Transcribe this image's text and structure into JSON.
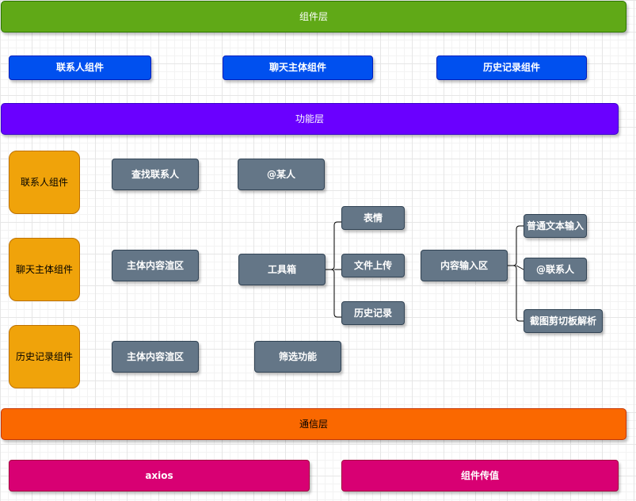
{
  "colors": {
    "component_layer": "#60a917",
    "function_layer": "#6a00ff",
    "communication_layer": "#fa6800",
    "component_blue": "#0050ef",
    "function_gray": "#647687",
    "side_orange": "#f0a30a",
    "comm_pink": "#d80073"
  },
  "layers": {
    "component": "组件层",
    "function": "功能层",
    "communication": "通信层"
  },
  "components": {
    "contacts": "联系人组件",
    "chat": "聊天主体组件",
    "history": "历史记录组件"
  },
  "side": {
    "contacts": "联系人组件",
    "chat": "聊天主体组件",
    "history": "历史记录组件"
  },
  "functions": {
    "find_contact": "查找联系人",
    "at_someone": "@某人",
    "chat_main_area": "主体内容渲区",
    "toolbox": "工具箱",
    "emoji": "表情",
    "file_upload": "文件上传",
    "history_record": "历史记录",
    "content_input": "内容输入区",
    "plain_text": "普通文本输入",
    "at_contact": "@联系人",
    "screenshot_parse": "截图剪切板解析",
    "history_main_area": "主体内容渲区",
    "filter": "筛选功能"
  },
  "communication": {
    "axios": "axios",
    "prop_passing": "组件传值"
  }
}
